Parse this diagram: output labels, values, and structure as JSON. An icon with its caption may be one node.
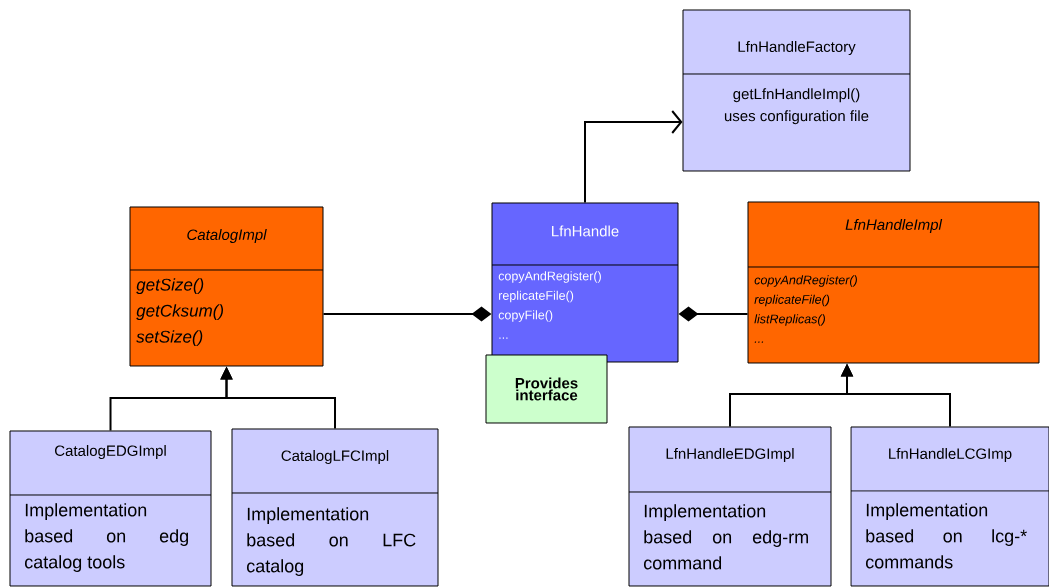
{
  "diagram": {
    "nodes": [
      {
        "text": [
          "LfnHandleFactory",
          "getLfnHandleImpl()",
          "uses configuration file"
        ]
      },
      {
        "text": [
          "CatalogImpl",
          "getSize()",
          "getCksum()",
          "setSize()"
        ]
      },
      {
        "text": [
          "LfnHandle",
          "copyAndRegister()",
          "replicateFile()",
          "copyFile()",
          "..."
        ]
      },
      {
        "text": [
          "Provides interface"
        ]
      },
      {
        "text": [
          "LfnHandleImpl",
          "copyAndRegister()",
          "replicateFile()",
          "listReplicas()",
          "..."
        ]
      },
      {
        "text": [
          "CatalogEDGImpl",
          "Implementation based on edg catalog tools"
        ]
      },
      {
        "text": [
          "CatalogLFCImpl",
          "Implementation based on LFC catalog"
        ]
      },
      {
        "text": [
          "LfnHandleEDGImpl",
          "Implementation based on edg-rm command"
        ]
      },
      {
        "text": [
          "LfnHandleLCGImp",
          "Implementation based on lcg-* commands"
        ]
      }
    ],
    "edges": [
      {
        "from": 2,
        "to": 0,
        "arrow": "to"
      },
      {
        "from": 1,
        "to": 2,
        "arrow": "other"
      },
      {
        "from": 4,
        "to": 2,
        "arrow": "other"
      },
      {
        "from": 5,
        "to": 1,
        "arrow": "to"
      },
      {
        "from": 6,
        "to": 1,
        "arrow": "to"
      },
      {
        "from": 7,
        "to": 4,
        "arrow": "to"
      },
      {
        "from": 8,
        "to": 4,
        "arrow": "to"
      }
    ]
  }
}
